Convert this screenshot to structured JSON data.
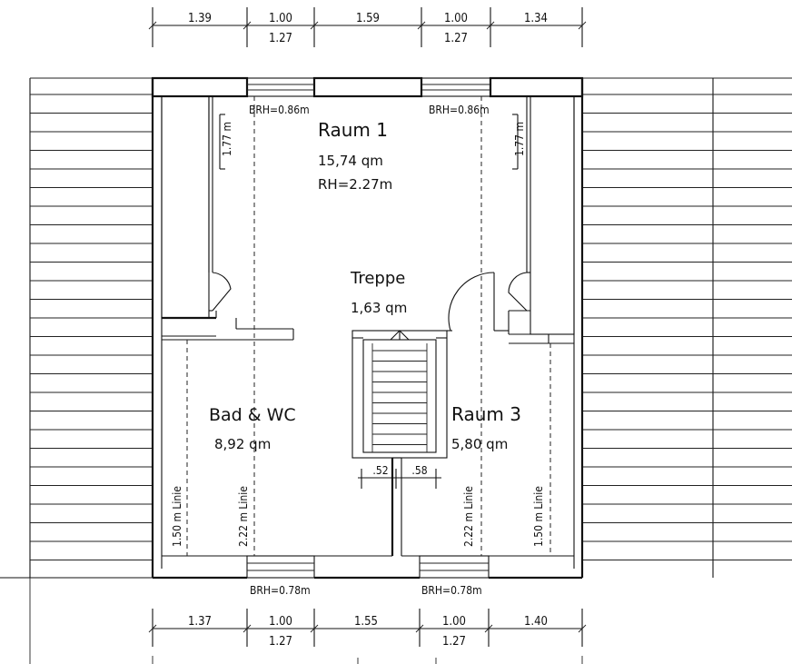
{
  "dimensions_top": {
    "row1": [
      "1.39",
      "1.00",
      "1.59",
      "1.00",
      "1.34"
    ],
    "row2": [
      "1.27",
      "1.27"
    ]
  },
  "dimensions_bottom": {
    "row1": [
      "1.37",
      "1.00",
      "1.55",
      "1.00",
      "1.40"
    ],
    "row2": [
      "1.27",
      "1.27"
    ]
  },
  "windows": {
    "top_left_brh": "BRH=0.86m",
    "top_right_brh": "BRH=0.86m",
    "bottom_left_brh": "BRH=0.78m",
    "bottom_right_brh": "BRH=0.78m"
  },
  "rooms": {
    "raum1": {
      "name": "Raum 1",
      "area": "15,74 qm",
      "height": "RH=2.27m"
    },
    "treppe": {
      "name": "Treppe",
      "area": "1,63 qm"
    },
    "bad": {
      "name": "Bad & WC",
      "area": "8,92 qm"
    },
    "raum3": {
      "name": "Raum 3",
      "area": "5,80 qm"
    }
  },
  "height_lines": {
    "left_top": "1.77 m",
    "right_top": "1.77 m",
    "bad_outer": "1.50 m Linie",
    "bad_inner": "2.22 m Linie",
    "raum3_inner": "2.22 m Linie",
    "raum3_outer": "1.50 m Linie"
  },
  "stair_dims": {
    "left": ".52",
    "right": ".58"
  }
}
